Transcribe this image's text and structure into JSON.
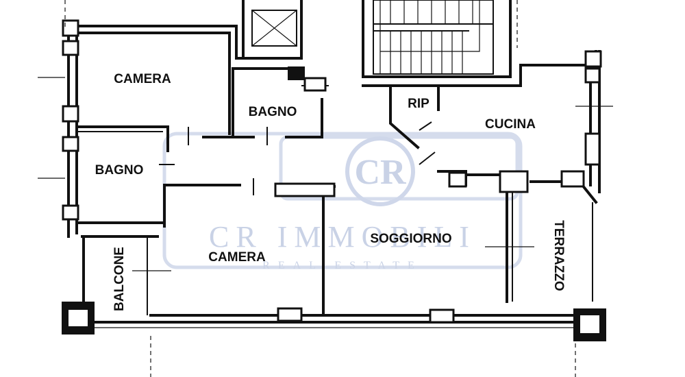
{
  "rooms": {
    "camera_top": "CAMERA",
    "bagno_center": "BAGNO",
    "bagno_left": "BAGNO",
    "rip": "RIP",
    "cucina": "CUCINA",
    "camera_bottom": "CAMERA",
    "soggiorno": "SOGGIORNO",
    "balcone": "BALCONE",
    "terrazzo": "TERRAZZO"
  },
  "watermark": {
    "logo": "CR",
    "name": "CR IMMOBILI",
    "tagline": "REAL ESTATE"
  }
}
